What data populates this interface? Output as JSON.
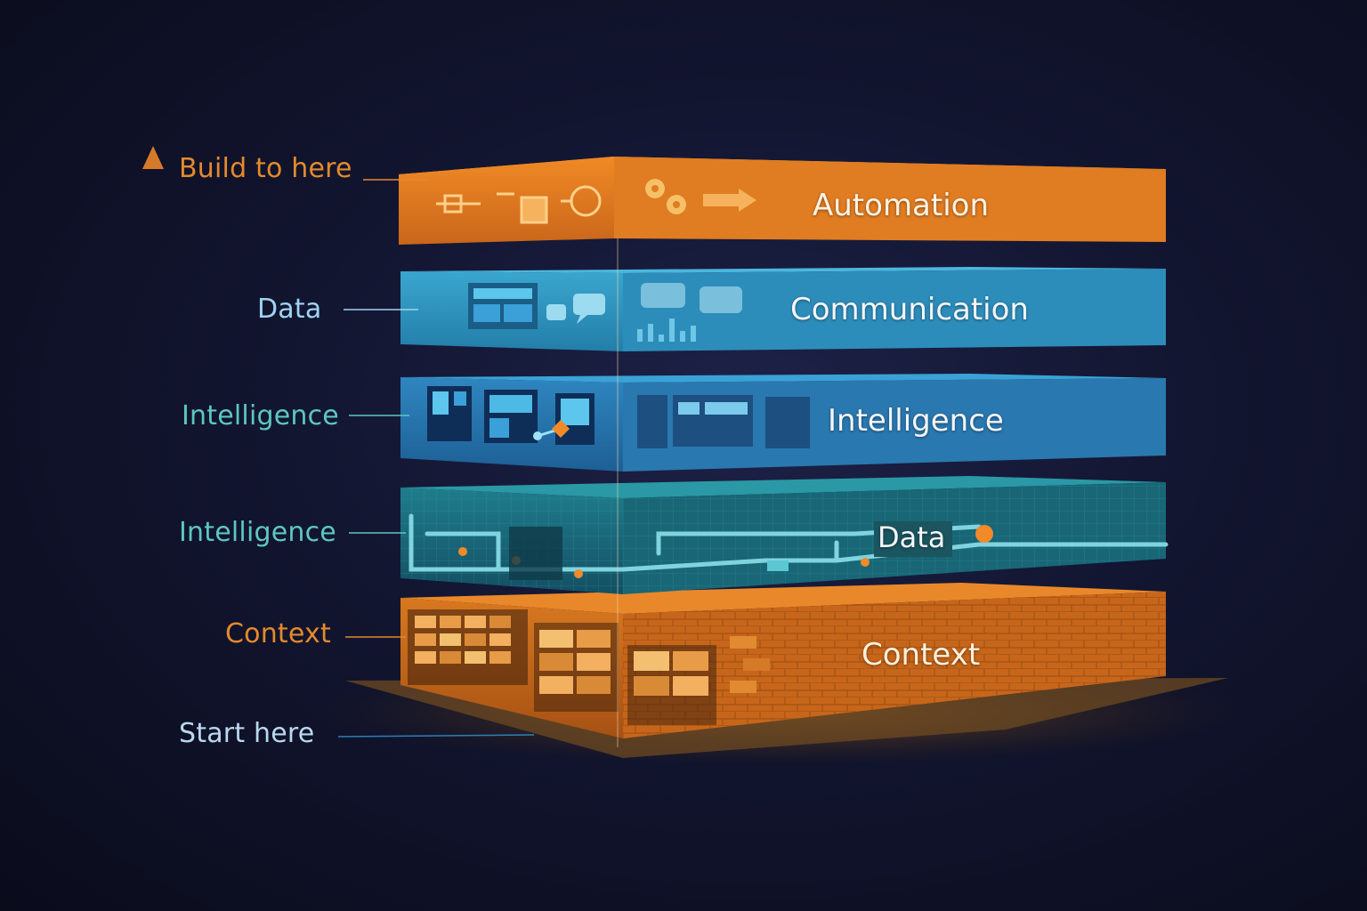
{
  "colors": {
    "background": "#12152f",
    "accent_orange": "#e07a1f",
    "accent_blue": "#2f8fbf",
    "accent_teal": "#1f7f8f",
    "label_orange": "#e48a2c",
    "label_blue": "#9fd3f2",
    "label_teal": "#5cc7c0"
  },
  "axis": {
    "top_label": "Build to here",
    "bottom_label": "Start here"
  },
  "side_labels": {
    "communication": "Data",
    "intelligence": "Intelligence",
    "data": "Intelligence",
    "context": "Context"
  },
  "layers": {
    "automation": {
      "title": "Automation",
      "icons": [
        "circuit-icon",
        "gear-icon",
        "arrow-flow-icon"
      ]
    },
    "communication": {
      "title": "Communication",
      "icons": [
        "chat-bubble-icon",
        "dashboard-icon"
      ]
    },
    "intelligence": {
      "title": "Intelligence",
      "icons": [
        "dashboard-icon",
        "node-icon"
      ]
    },
    "data": {
      "title": "Data",
      "icons": [
        "pipeline-icon"
      ]
    },
    "context": {
      "title": "Context",
      "icons": [
        "brick-wall-icon",
        "filing-cabinet-icon"
      ]
    }
  }
}
